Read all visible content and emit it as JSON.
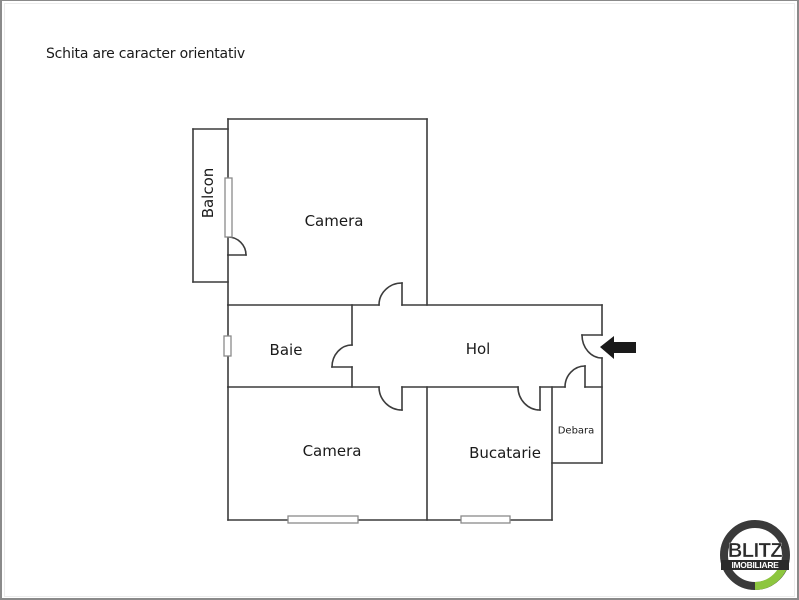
{
  "note": "Schita are caracter orientativ",
  "rooms": {
    "balcony": "Balcon",
    "bedroom_top": "Camera",
    "bathroom": "Baie",
    "hallway": "Hol",
    "bedroom_bottom": "Camera",
    "kitchen": "Bucatarie",
    "storage": "Debara"
  },
  "entrance_arrow": "entrance-arrow",
  "logo": {
    "line1": "BLITZ",
    "line2": "IMOBILIARE",
    "ring_color": "#3a3a3a",
    "accent_color": "#8dc63f"
  },
  "colors": {
    "wall": "#3c3c3c",
    "window": "#8a8a8a",
    "background": "#ffffff",
    "frame": "#8a8a8a"
  }
}
